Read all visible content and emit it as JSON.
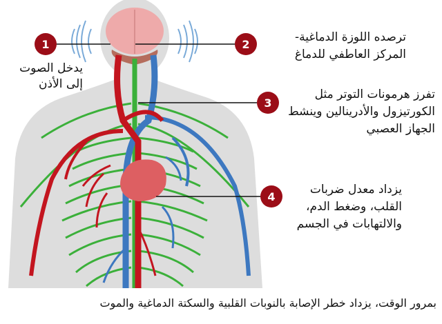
{
  "markers": [
    {
      "number": "1",
      "text": "يدخل الصوت إلى الأذن"
    },
    {
      "number": "2",
      "text": "ترصده اللوزة الدماغية- المركز العاطفي للدماغ"
    },
    {
      "number": "3",
      "text": "تفرز هرمونات التوتر مثل الكورتيزول والأدرينالين وينشط الجهاز العصبي"
    },
    {
      "number": "4",
      "text": "يزداد معدل ضربات القلب، وضغط الدم، والالتهابات في الجسم"
    }
  ],
  "caption": "بمرور الوقت، يزداد خطر الإصابة بالنوبات القلبية والسكتة الدماغية والموت",
  "colors": {
    "body": "#dddddd",
    "brain": "#eeaaaa",
    "amygdala": "#b56d5d",
    "artery": "#c3151f",
    "vein": "#3d78c0",
    "nerve": "#3bb03a",
    "heart": "#dd5f62",
    "badge": "#9b0d17",
    "sound_waves": "#7aaad8"
  }
}
